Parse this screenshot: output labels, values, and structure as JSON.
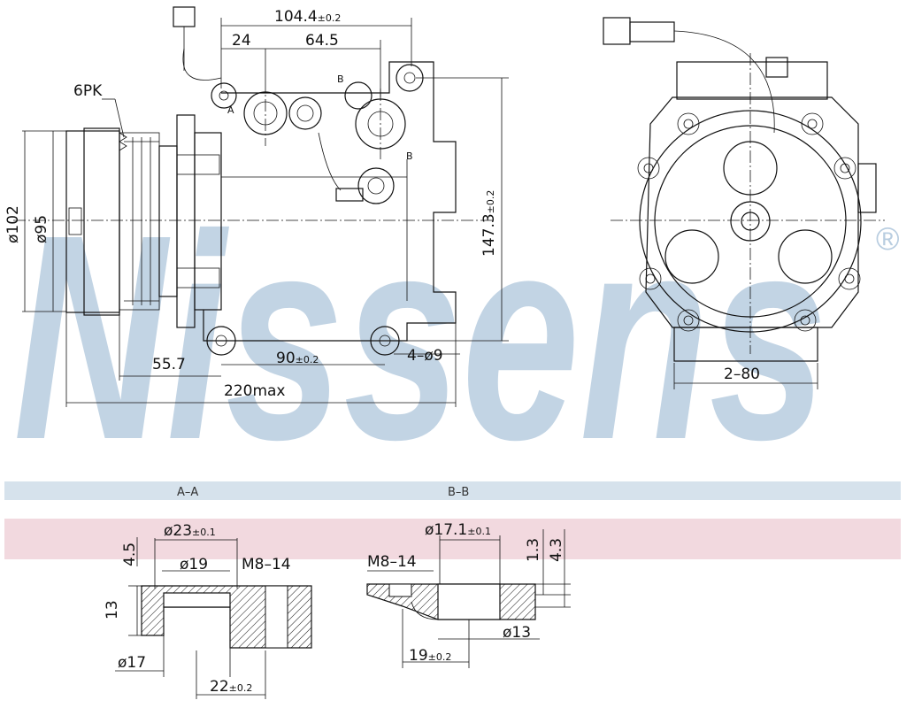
{
  "watermark": {
    "text": "Nissens",
    "registered": "®",
    "color": "#b8cde0"
  },
  "bands": {
    "top": {
      "label_a": "A–A",
      "label_b": "B–B",
      "color": "#d6e2ec"
    },
    "bottom": {
      "color": "#f2d9df"
    }
  },
  "side_view": {
    "belt": "6PK",
    "dia_outer": "ø102",
    "dia_inner": "ø95",
    "width_total": "104.4",
    "width_total_tol": "±0.2",
    "dim_24": "24",
    "dim_64_5": "64.5",
    "height": "147.3",
    "height_tol": "±0.2",
    "dim_55_7": "55.7",
    "dim_90": "90",
    "dim_90_tol": "±0.2",
    "holes": "4–ø9",
    "length_max": "220max",
    "mark_a": "A",
    "mark_b": "B"
  },
  "front_view": {
    "dim_2_80": "2–80"
  },
  "section_a": {
    "dia_23": "ø23",
    "dia_23_tol": "±0.1",
    "dia_19": "ø19",
    "thread": "M8–14",
    "dim_4_5": "4.5",
    "dim_13": "13",
    "dia_17": "ø17",
    "dim_22": "22",
    "dim_22_tol": "±0.2"
  },
  "section_b": {
    "dia_17_1": "ø17.1",
    "dia_17_1_tol": "±0.1",
    "thread": "M8–14",
    "dim_1_3": "1.3",
    "dim_4_3": "4.3",
    "dia_13": "ø13",
    "dim_19": "19",
    "dim_19_tol": "±0.2"
  }
}
